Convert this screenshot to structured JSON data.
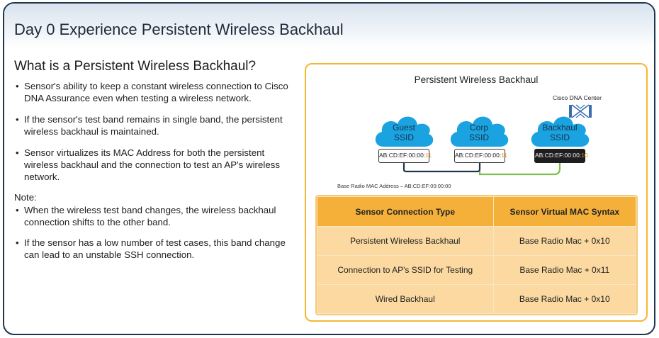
{
  "title": "Day 0 Experience Persistent Wireless Backhaul",
  "left": {
    "heading": "What is a Persistent Wireless Backhaul?",
    "bullets": [
      "Sensor's ability to keep a constant wireless connection to Cisco DNA Assurance even when testing a wireless network.",
      "If the sensor's test band remains in single band, the persistent wireless backhaul is maintained.",
      "Sensor virtualizes its MAC Address for both the persistent wireless backhaul and the connection to test an AP's wireless network."
    ],
    "note_label": "Note:",
    "notes": [
      "When the wireless test band changes, the wireless backhaul connection shifts to the other band.",
      "If the sensor has a low number of test cases, this band change can lead to an unstable SSH connection."
    ]
  },
  "diagram": {
    "title": "Persistent Wireless Backhaul",
    "dna_center_label": "Cisco DNA Center",
    "icons": {
      "dna_center": "network-device-icon",
      "cloud": "cloud-icon"
    },
    "colors": {
      "cloud": "#1aa3e0",
      "link_dark": "#1f3650",
      "link_green": "#7cc04b",
      "accent": "#f5b731",
      "mac_suffix": "#e58a14"
    },
    "clouds": [
      {
        "line1": "Guest",
        "line2": "SSID",
        "mac_prefix": "AB:CD:EF:00:00:",
        "mac_suffix": "11"
      },
      {
        "line1": "Corp",
        "line2": "SSID",
        "mac_prefix": "AB:CD:EF:00:00:",
        "mac_suffix": "11"
      },
      {
        "line1": "Backhaul",
        "line2": "SSID",
        "mac_prefix": "AB:CD:EF:00:00:",
        "mac_suffix": "10"
      }
    ],
    "base_mac": "Base Radio MAC Address – AB:CD:EF:00:00:00"
  },
  "table": {
    "headers": [
      "Sensor Connection Type",
      "Sensor Virtual MAC Syntax"
    ],
    "rows": [
      [
        "Persistent Wireless Backhaul",
        "Base Radio Mac + 0x10"
      ],
      [
        "Connection to AP's SSID for Testing",
        "Base Radio Mac + 0x11"
      ],
      [
        "Wired Backhaul",
        "Base Radio Mac + 0x10"
      ]
    ]
  }
}
